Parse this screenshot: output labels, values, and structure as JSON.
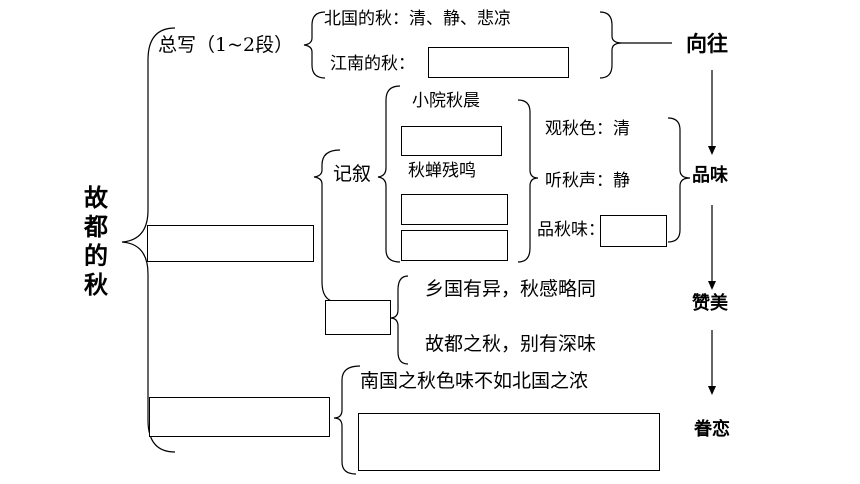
{
  "title": "故都的秋",
  "summary": {
    "label": "总写（1~2段）",
    "north": "北国的秋：清、静、悲凉",
    "south": "江南的秋："
  },
  "narrative": {
    "label": "记叙",
    "scene1": "小院秋晨",
    "scene2": "秋蝉残鸣",
    "look": "观秋色：清",
    "listen": "听秋声：静",
    "taste": "品秋味："
  },
  "comment": {
    "line1": "乡国有异，秋感略同",
    "line2": "故都之秋，别有深味"
  },
  "contrast": "南国之秋色味不如北国之浓",
  "emotions": [
    "向往",
    "品味",
    "赞美",
    "眷恋"
  ]
}
